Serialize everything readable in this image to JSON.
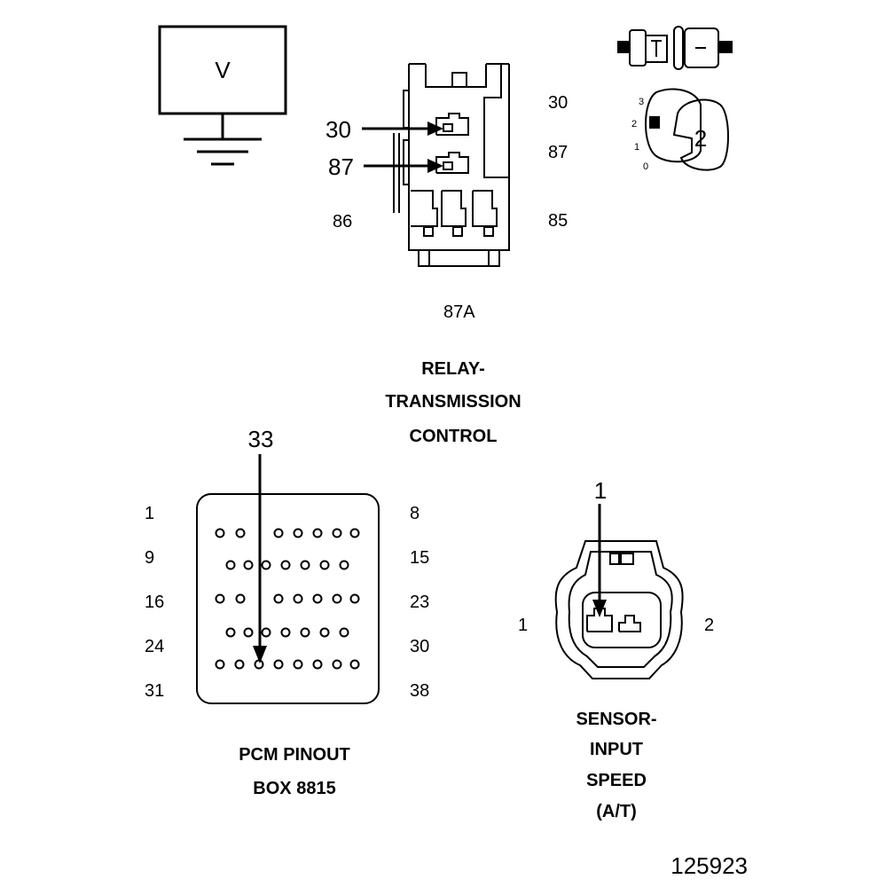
{
  "voltmeter": {
    "symbol": "V"
  },
  "relay": {
    "arrow_labels": [
      "30",
      "87"
    ],
    "pin_labels": {
      "top_right": "30",
      "mid_right": "87",
      "left": "86",
      "right": "85",
      "bottom": "87A"
    },
    "title_lines": [
      "RELAY-",
      "TRANSMISSION",
      "CONTROL"
    ]
  },
  "switch_icon": {
    "positions": [
      "3",
      "2",
      "1",
      "0"
    ],
    "selected": "2"
  },
  "pcm": {
    "arrow_label": "33",
    "row_labels_left": [
      "1",
      "9",
      "16",
      "24",
      "31"
    ],
    "row_labels_right": [
      "8",
      "15",
      "23",
      "30",
      "38"
    ],
    "title_lines": [
      "PCM PINOUT",
      "BOX 8815"
    ]
  },
  "sensor": {
    "arrow_label": "1",
    "pin_labels": [
      "1",
      "2"
    ],
    "title_lines": [
      "SENSOR-",
      "INPUT",
      "SPEED",
      "(A/T)"
    ]
  },
  "figure_id": "125923"
}
